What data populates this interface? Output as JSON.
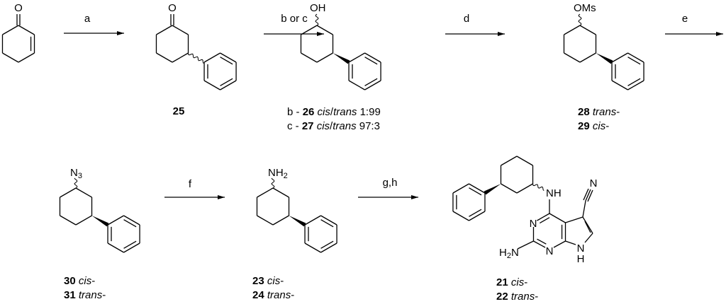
{
  "reagents": {
    "a": "a",
    "bc": "b or c",
    "d": "d",
    "e": "e",
    "f": "f",
    "gh": "g,h"
  },
  "atoms": {
    "enone_O": "O",
    "c25_O": "O",
    "c26_OH": "OH",
    "c28_OMs": "OMs",
    "c30_N": "N",
    "c30_sub": "3",
    "c23_NH": "NH",
    "c23_sub": "2",
    "c21_NH": "NH",
    "c21_N3": "N",
    "c21_N1": "N",
    "c21_N7": "N",
    "c21_H7": "H",
    "c21_CN_N": "N",
    "c21_H2N_H": "H",
    "c21_H2N_sub": "2",
    "c21_H2N_N": "N"
  },
  "captions": {
    "c25": "25",
    "c26": {
      "prefix": "b - ",
      "num": "26",
      "s1": "cis",
      "sep": "/",
      "s2": "trans",
      "ratio": " 1:99"
    },
    "c27": {
      "prefix": "c - ",
      "num": "27",
      "s1": "cis",
      "sep": "/",
      "s2": "trans",
      "ratio": " 97:3"
    },
    "c28": {
      "num": "28",
      "stereo": "trans",
      "dash": "-"
    },
    "c29": {
      "num": "29",
      "stereo": "cis",
      "dash": "-"
    },
    "c30": {
      "num": "30",
      "stereo": "cis",
      "dash": "-"
    },
    "c31": {
      "num": "31",
      "stereo": "trans",
      "dash": "-"
    },
    "c23": {
      "num": "23",
      "stereo": "cis",
      "dash": "-"
    },
    "c24": {
      "num": "24",
      "stereo": "trans",
      "dash": "-"
    },
    "c21": {
      "num": "21",
      "stereo": "cis",
      "dash": "-"
    },
    "c22": {
      "num": "22",
      "stereo": "trans",
      "dash": "-"
    }
  }
}
